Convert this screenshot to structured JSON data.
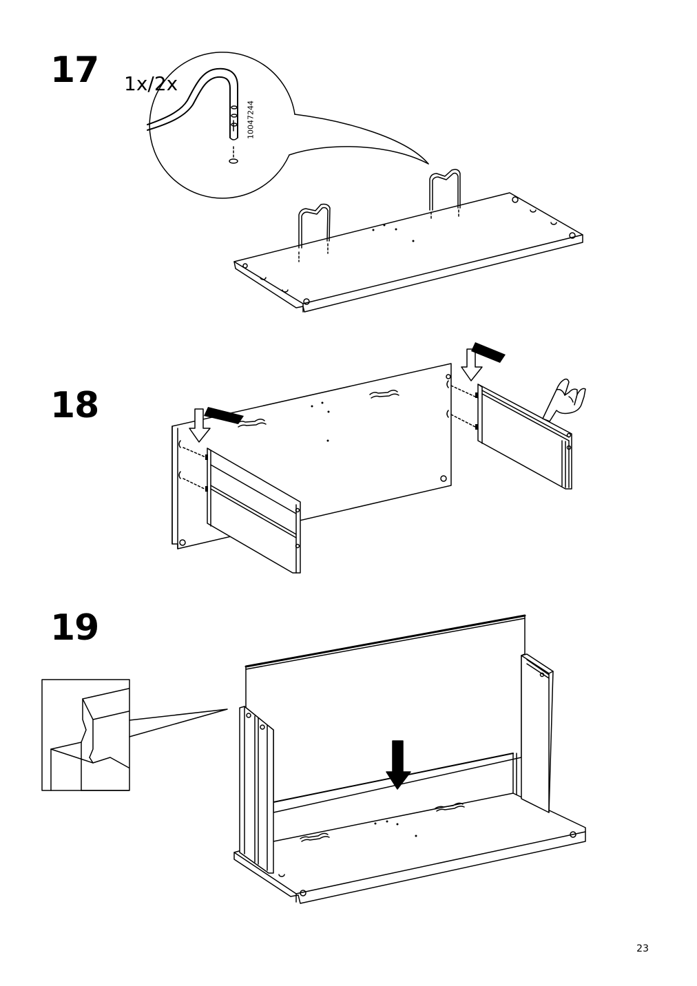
{
  "steps": [
    {
      "number": "17",
      "quantity": "1x/2x",
      "part_number": "10047244"
    },
    {
      "number": "18"
    },
    {
      "number": "19"
    }
  ],
  "page_number": "23"
}
